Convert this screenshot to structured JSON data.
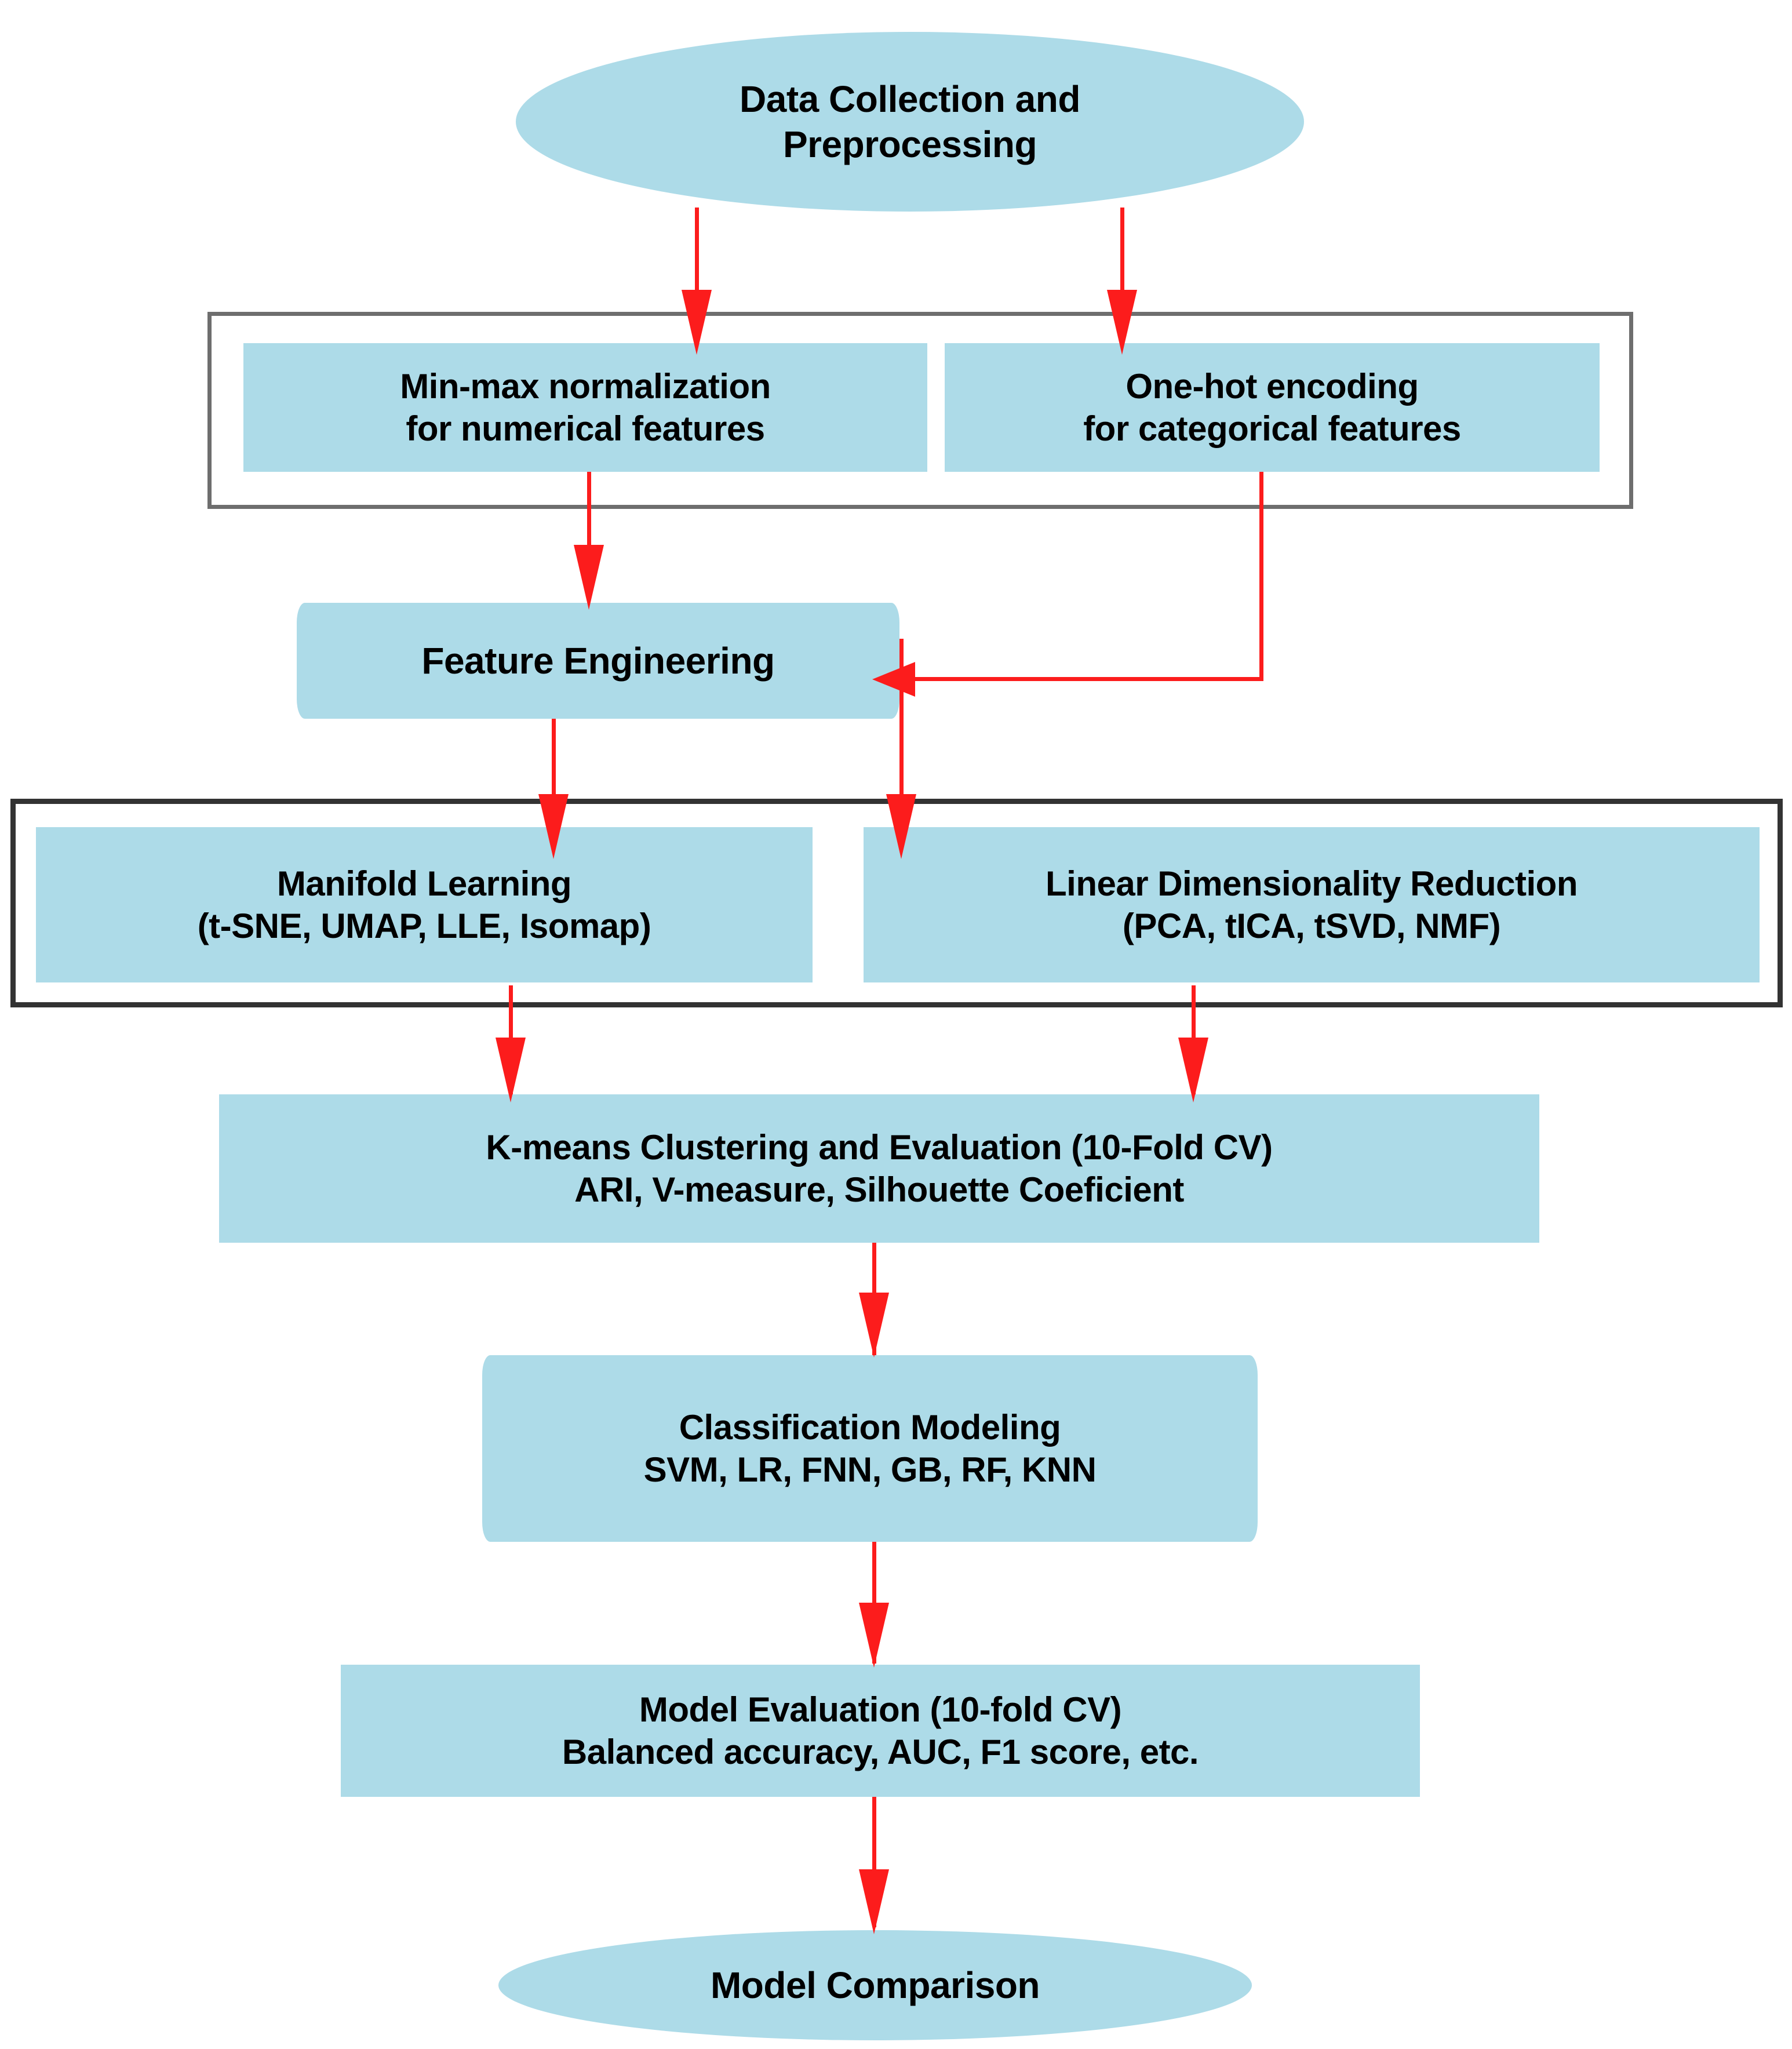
{
  "diagram": {
    "title": "Machine Learning Pipeline Flowchart",
    "colors": {
      "node_fill": "#addbe8",
      "arrow": "#fc1c1c",
      "group_a_border": "#6e6e6e",
      "group_b_border": "#333333",
      "text": "#000000",
      "background": "#ffffff"
    },
    "nodes": {
      "data_collection": {
        "label": "Data Collection and\nPreprocessing",
        "shape": "ellipse"
      },
      "min_max": {
        "label": "Min-max normalization\nfor numerical features",
        "shape": "rect"
      },
      "one_hot": {
        "label": "One-hot encoding\nfor categorical features",
        "shape": "rect"
      },
      "feature_engineering": {
        "label": "Feature Engineering",
        "shape": "cylinder"
      },
      "manifold_learning": {
        "label": "Manifold Learning\n(t-SNE, UMAP, LLE, Isomap)",
        "shape": "rect"
      },
      "linear_dr": {
        "label": "Linear Dimensionality Reduction\n(PCA, tICA, tSVD, NMF)",
        "shape": "rect"
      },
      "kmeans": {
        "label": "K-means Clustering and Evaluation (10-Fold CV)\nARI, V-measure, Silhouette Coeficient",
        "shape": "rect"
      },
      "classification": {
        "label": "Classification Modeling\nSVM, LR, FNN, GB, RF, KNN",
        "shape": "cylinder"
      },
      "model_evaluation": {
        "label": "Model Evaluation (10-fold CV)\nBalanced accuracy, AUC, F1 score, etc.",
        "shape": "rect"
      },
      "model_comparison": {
        "label": "Model Comparison",
        "shape": "ellipse"
      }
    },
    "groups": {
      "preprocessing_group": {
        "label": ""
      },
      "dimensionality_group": {
        "label": ""
      }
    },
    "edges": [
      {
        "from": "data_collection",
        "to": "min_max"
      },
      {
        "from": "data_collection",
        "to": "one_hot"
      },
      {
        "from": "min_max",
        "to": "feature_engineering"
      },
      {
        "from": "one_hot",
        "to": "feature_engineering"
      },
      {
        "from": "feature_engineering",
        "to": "manifold_learning"
      },
      {
        "from": "feature_engineering",
        "to": "linear_dr"
      },
      {
        "from": "manifold_learning",
        "to": "kmeans"
      },
      {
        "from": "linear_dr",
        "to": "kmeans"
      },
      {
        "from": "kmeans",
        "to": "classification"
      },
      {
        "from": "classification",
        "to": "model_evaluation"
      },
      {
        "from": "model_evaluation",
        "to": "model_comparison"
      }
    ]
  }
}
